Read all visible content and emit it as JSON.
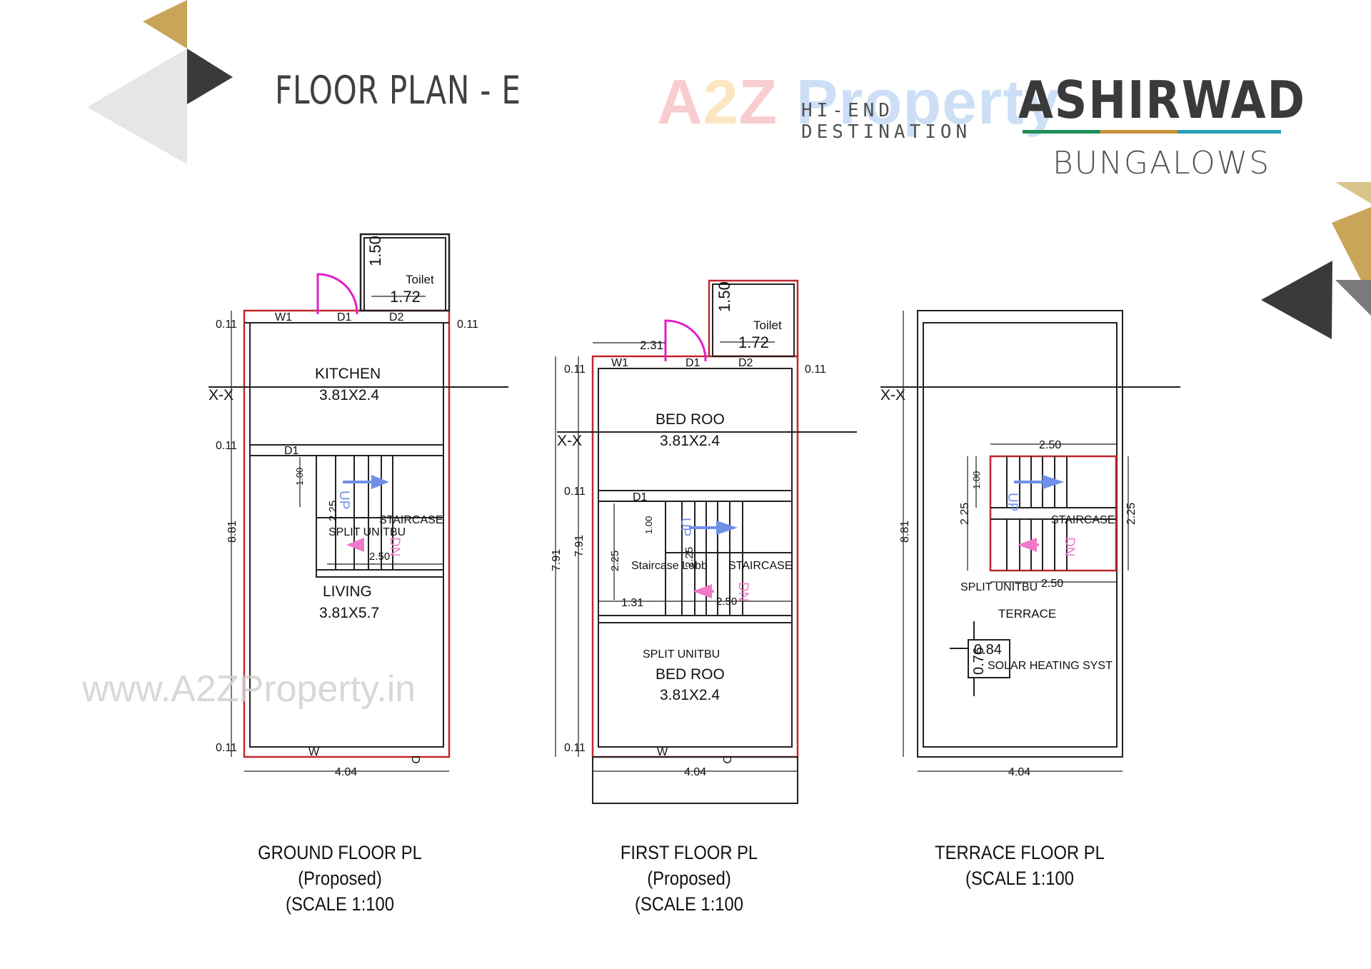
{
  "page": {
    "title": "FLOOR PLAN - E"
  },
  "branding": {
    "watermark_letters": [
      "A",
      "2",
      "Z",
      " Property"
    ],
    "tagline_line1": "HI-END",
    "tagline_line2": "DESTINATION",
    "logo_name": "ASHIRWAD",
    "logo_sub": "BUNGALOWS",
    "site_watermark": "www.A2ZProperty.in",
    "colors": {
      "gold": "#c9a55a",
      "dark": "#3a3a3a",
      "light": "#e6e6e6",
      "wall_red": "#c0282d",
      "door_magenta": "#e020c8",
      "arrow_blue": "#6f8fe8",
      "arrow_pink": "#f07ac8"
    }
  },
  "ground_floor": {
    "caption": [
      "GROUND FLOOR PL",
      "(Proposed)",
      "(SCALE 1:100"
    ],
    "rooms": {
      "toilet": "Toilet",
      "kitchen": "KITCHEN",
      "kitchen_size": "3.81X2.4",
      "staircase": "STAIRCASE",
      "split": "SPLIT UNITBU",
      "living": "LIVING",
      "living_size": "3.81X5.7"
    },
    "labels": {
      "w1": "W1",
      "d1": "D1",
      "d2": "D2",
      "d1b": "D1",
      "w": "W",
      "d": "D",
      "up": "UP",
      "dn": "DN",
      "section": "X-X"
    },
    "dims": {
      "toilet_h": "1.50",
      "toilet_w": "1.72",
      "left_top": "0.11",
      "right_top": "0.11",
      "left_mid": "0.11",
      "left_bot": "0.11",
      "total_h": "8.81",
      "total_w": "4.04",
      "stair_h": "2.25",
      "stair_step": "1.00",
      "stair_w": "2.50"
    }
  },
  "first_floor": {
    "caption": [
      "FIRST FLOOR PL",
      "(Proposed)",
      "(SCALE 1:100"
    ],
    "rooms": {
      "toilet": "Toilet",
      "bed1": "BED ROO",
      "bed1_size": "3.81X2.4",
      "staircase_lobby": "Staircase Lobb",
      "staircase": "STAIRCASE",
      "split": "SPLIT UNITBU",
      "bed2": "BED ROO",
      "bed2_size": "3.81X2.4"
    },
    "labels": {
      "w1": "W1",
      "d1": "D1",
      "d2": "D2",
      "d1b": "D1",
      "w": "W",
      "d": "D",
      "up": "UP",
      "dn": "DN",
      "section": "X-X"
    },
    "dims": {
      "toilet_h": "1.50",
      "toilet_w": "1.72",
      "offset": "2.31",
      "left_top": "0.11",
      "right_top": "0.11",
      "left_mid": "0.11",
      "left_bot": "0.11",
      "total_h_outer": "7.91",
      "total_h_inner": "7.91",
      "lobby_h": "2.25",
      "stair_step": "1.00",
      "stair_h": "2.25",
      "lobby_w": "1.31",
      "stair_w": "2.50",
      "total_w": "4.04"
    }
  },
  "terrace_floor": {
    "caption": [
      "TERRACE FLOOR PL",
      "(SCALE 1:100"
    ],
    "rooms": {
      "staircase": "STAIRCASE",
      "split": "SPLIT UNITBU",
      "terrace": "TERRACE",
      "solar": "SOLAR HEATING SYST"
    },
    "labels": {
      "up": "UP",
      "dn": "DN",
      "section": "X-X"
    },
    "dims": {
      "total_h": "8.81",
      "stair_w_top": "2.50",
      "stair_w_bot": "2.50",
      "stair_h_left": "2.25",
      "stair_h_right": "2.25",
      "stair_step": "1.00",
      "solar_w": "0.84",
      "solar_h": "0.76",
      "total_w": "4.04"
    }
  }
}
